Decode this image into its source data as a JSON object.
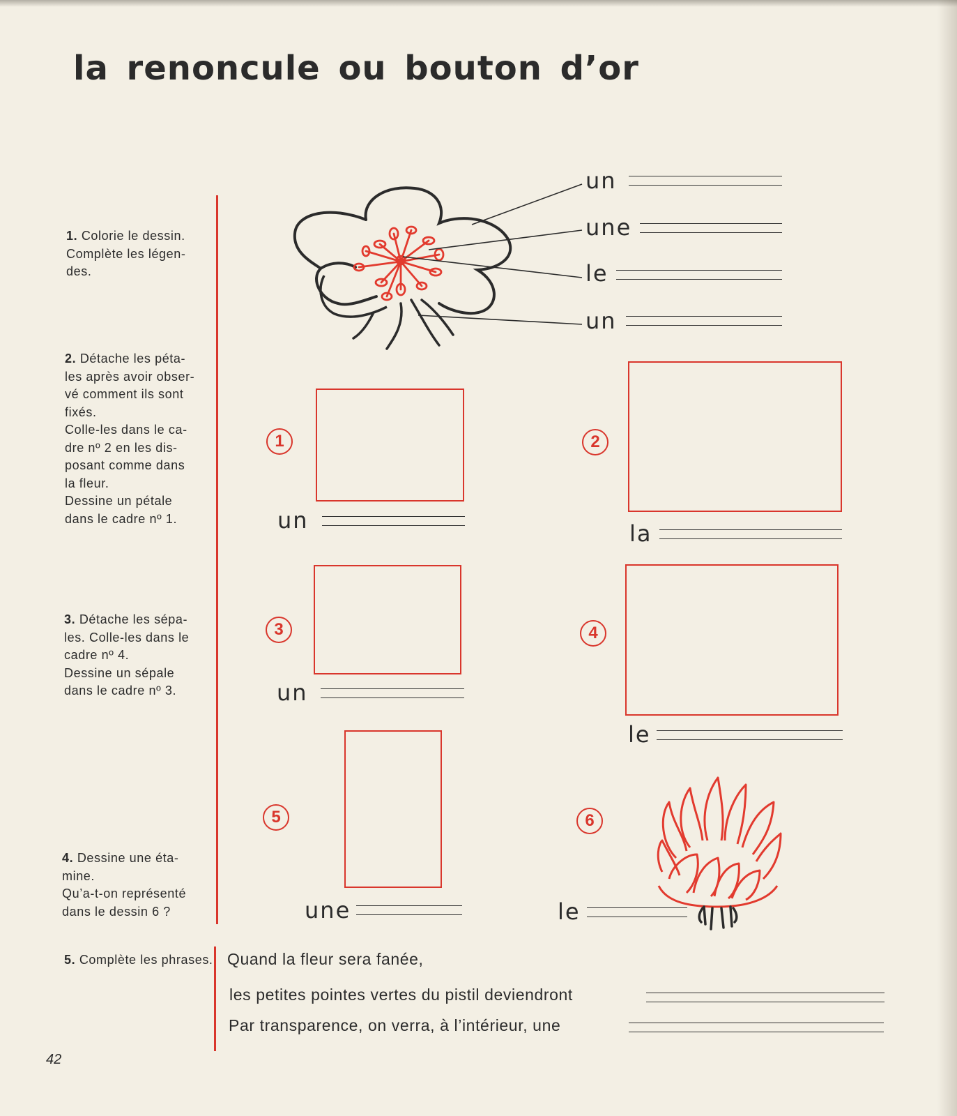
{
  "title": "la renoncule ou bouton d’or",
  "instructions": [
    {
      "num": "1.",
      "lines": [
        "Colorie le dessin.",
        "Complète les légen-",
        "des."
      ]
    },
    {
      "num": "2.",
      "lines": [
        "Détache les péta-",
        "les après avoir obser-",
        "vé comment ils sont",
        "fixés.",
        "Colle-les dans le ca-",
        "dre nº 2 en les dis-",
        "posant comme dans",
        "la fleur.",
        "Dessine un pétale",
        "dans le cadre nº 1."
      ]
    },
    {
      "num": "3.",
      "lines": [
        "Détache les sépa-",
        "les. Colle-les dans le",
        "cadre nº 4.",
        "Dessine un sépale",
        "dans le cadre nº 3."
      ]
    },
    {
      "num": "4.",
      "lines": [
        "Dessine une éta-",
        "mine.",
        "Qu’a-t-on représenté",
        "dans le dessin 6 ?"
      ]
    },
    {
      "num": "5.",
      "lines": [
        "Complète les phrases."
      ]
    }
  ],
  "diagram_labels": [
    "un",
    "une",
    "le",
    "un"
  ],
  "frames": [
    {
      "number": "1",
      "article": "un"
    },
    {
      "number": "2",
      "article": "la"
    },
    {
      "number": "3",
      "article": "un"
    },
    {
      "number": "4",
      "article": "le"
    },
    {
      "number": "5",
      "article": "une"
    },
    {
      "number": "6",
      "article": "le"
    }
  ],
  "sentences": [
    "Quand la fleur sera fanée,",
    "les petites pointes vertes du pistil deviendront",
    "Par transparence, on verra, à l’intérieur, une"
  ],
  "page_number": "42",
  "colors": {
    "accent": "#d9362c",
    "ink": "#2b2b2b",
    "paper": "#f3efe4"
  }
}
